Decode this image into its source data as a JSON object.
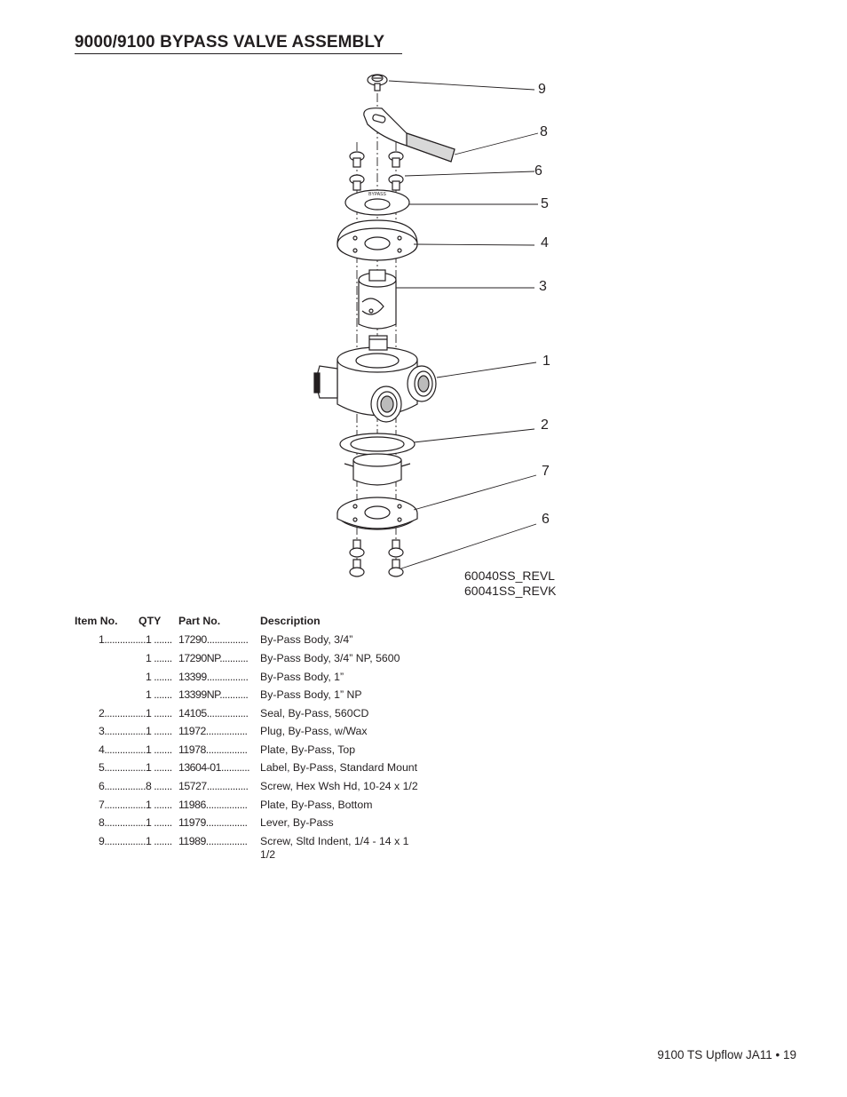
{
  "page_title": "9000/9100 BYPASS VALVE ASSEMBLY",
  "diagram": {
    "callouts": [
      "9",
      "8",
      "6",
      "5",
      "4",
      "3",
      "1",
      "2",
      "7",
      "6"
    ],
    "drawing_numbers": [
      "60040SS_REVL",
      "60041SS_REVK"
    ],
    "label_text": "BYPASS"
  },
  "table": {
    "headers": {
      "item": "Item No.",
      "qty": "QTY",
      "part": "Part No.",
      "desc": "Description"
    },
    "rows": [
      {
        "item": "1................",
        "qty": "1 .......",
        "part": "17290................",
        "desc": "By-Pass Body, 3/4”"
      },
      {
        "item": "",
        "qty": "1 .......",
        "part": "17290NP...........",
        "desc": "By-Pass Body, 3/4” NP, 5600"
      },
      {
        "item": "",
        "qty": "1 .......",
        "part": "13399................",
        "desc": "By-Pass Body, 1”"
      },
      {
        "item": "",
        "qty": "1 .......",
        "part": "13399NP...........",
        "desc": "By-Pass Body, 1” NP"
      },
      {
        "item": "2................",
        "qty": "1 .......",
        "part": "14105................",
        "desc": "Seal, By-Pass, 560CD"
      },
      {
        "item": "3................",
        "qty": "1 .......",
        "part": "11972................",
        "desc": "Plug, By-Pass, w/Wax"
      },
      {
        "item": "4................",
        "qty": "1 .......",
        "part": "11978................",
        "desc": "Plate, By-Pass, Top"
      },
      {
        "item": "5................",
        "qty": "1 .......",
        "part": "13604-01...........",
        "desc": "Label, By-Pass, Standard Mount"
      },
      {
        "item": "6................",
        "qty": "8 .......",
        "part": "15727................",
        "desc": "Screw, Hex Wsh Hd, 10-24 x 1/2"
      },
      {
        "item": "7................",
        "qty": "1 .......",
        "part": "11986................",
        "desc": "Plate, By-Pass, Bottom"
      },
      {
        "item": "8................",
        "qty": "1 .......",
        "part": "11979................",
        "desc": "Lever, By-Pass"
      },
      {
        "item": "9................",
        "qty": "1 .......",
        "part": "11989................",
        "desc": "Screw, Sltd Indent, 1/4 - 14 x 1 1/2"
      }
    ]
  },
  "footer": "9100 TS Upflow JA11  •  19"
}
